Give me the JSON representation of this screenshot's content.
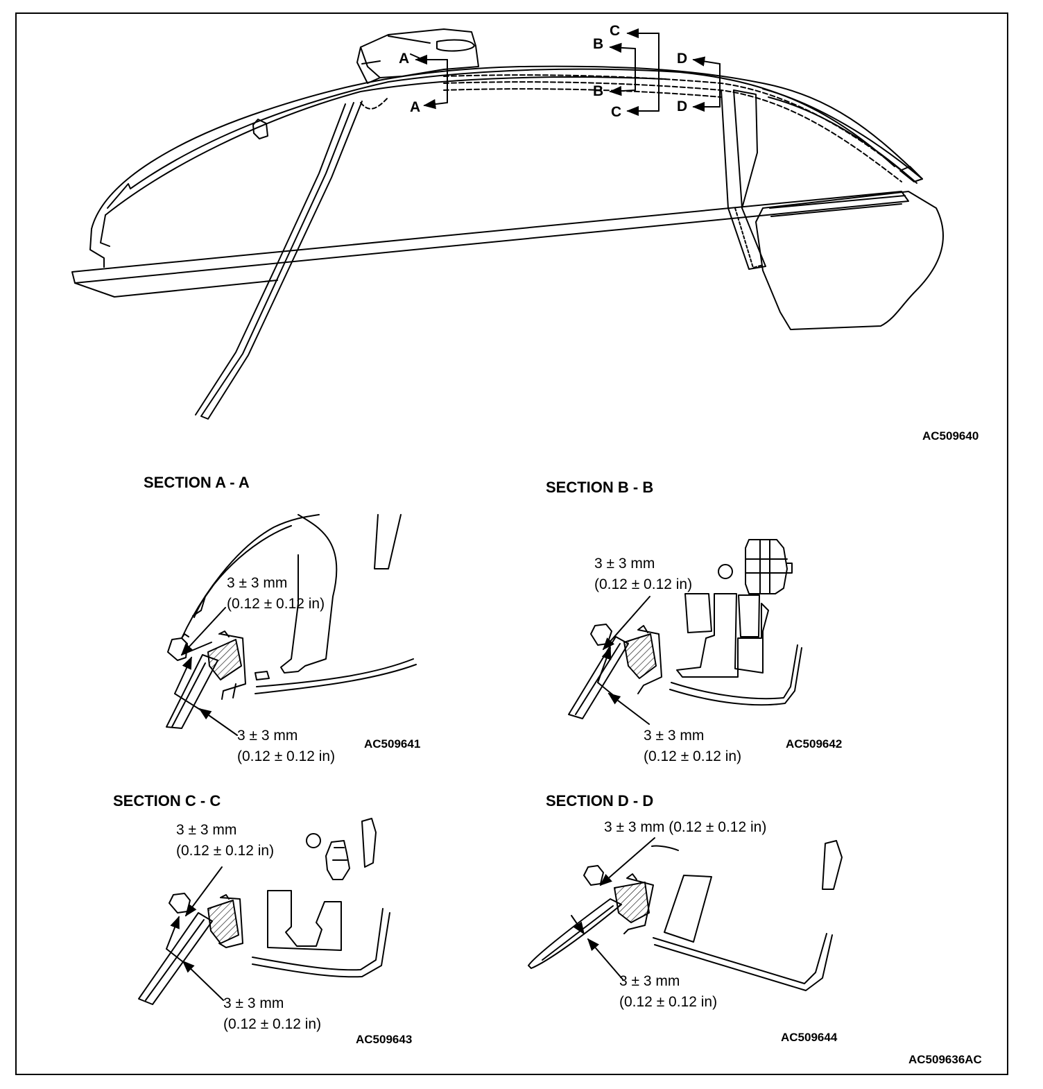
{
  "figure_codes": {
    "main": "AC509640",
    "a": "AC509641",
    "b": "AC509642",
    "c": "AC509643",
    "d": "AC509644",
    "overall": "AC509636AC"
  },
  "section_titles": {
    "a": "SECTION A - A",
    "b": "SECTION B - B",
    "c": "SECTION C - C",
    "d": "SECTION D - D"
  },
  "cut_letters": {
    "a": "A",
    "b": "B",
    "c": "C",
    "d": "D"
  },
  "dimensions": {
    "mm": "3 ± 3 mm",
    "in": "(0.12 ± 0.12 in)",
    "d_top": "3 ± 3 mm (0.12 ± 0.12 in)"
  }
}
